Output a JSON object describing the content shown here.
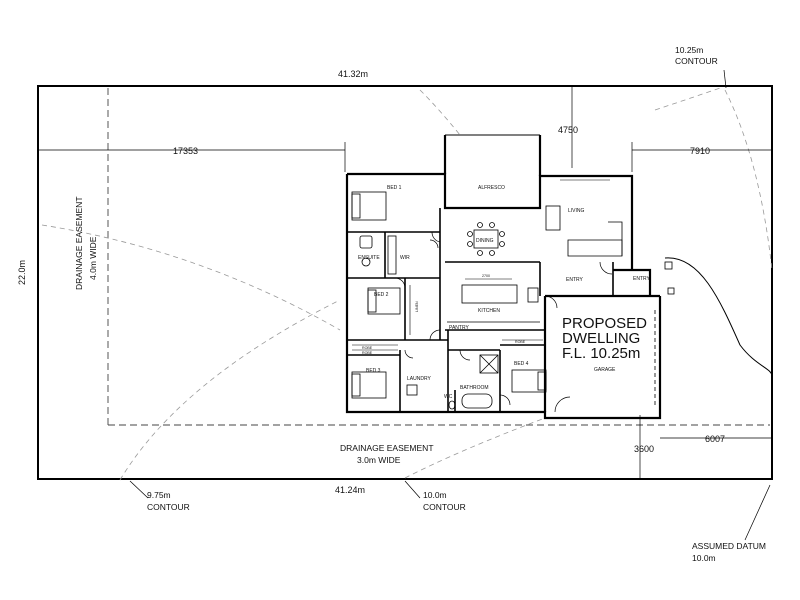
{
  "site": {
    "top_frontage": "41.32m",
    "bottom_frontage": "41.24m",
    "side_depth": "22.0m"
  },
  "dimensions": {
    "left_setback": "17353",
    "right_setback": "7910",
    "alfresco_setback": "4750",
    "front_setback": "3600",
    "side_offset": "6007",
    "kitchen_bench": "2700"
  },
  "easements": {
    "left_title": "DRAINAGE EASEMENT",
    "left_width": "4.0m WIDE",
    "bottom_title": "DRAINAGE EASEMENT",
    "bottom_width": "3.0m WIDE"
  },
  "contours": {
    "top_right_level": "10.25m",
    "top_right_label": "CONTOUR",
    "bottom_left_level": "9.75m",
    "bottom_left_label": "CONTOUR",
    "bottom_mid_level": "10.0m",
    "bottom_mid_label": "CONTOUR"
  },
  "datum": {
    "label": "ASSUMED DATUM",
    "level": "10.0m"
  },
  "dwelling": {
    "line1": "PROPOSED",
    "line2": "DWELLING",
    "line3": "F.L.  10.25m"
  },
  "rooms": {
    "bed1": "BED 1",
    "bed2": "BED 2",
    "bed3": "BED 3",
    "bed4": "BED 4",
    "ensuite": "ENSUITE",
    "wir": "WIR",
    "alfresco": "ALFRESCO",
    "dining": "DINING",
    "living": "LIVING",
    "kitchen": "KITCHEN",
    "pantry": "PANTRY",
    "entry": "ENTRY",
    "entry_porch": "ENTRY",
    "laundry": "LAUNDRY",
    "bathroom": "BATHROOM",
    "wc": "WC",
    "garage": "GARAGE",
    "robe1": "ROBE",
    "robe2": "ROBE",
    "robe3": "ROBE",
    "linen": "LINEN"
  }
}
